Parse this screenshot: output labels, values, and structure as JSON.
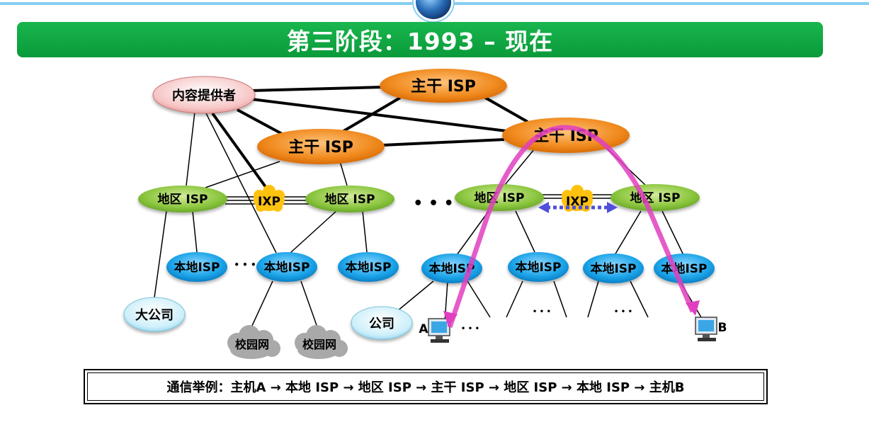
{
  "title": "第三阶段：1993 – 现在",
  "nodes": {
    "content_provider": "内容提供者",
    "backbone_top": "主干 ISP",
    "backbone_left": "主干 ISP",
    "backbone_right": "主干 ISP",
    "regional_1": "地区 ISP",
    "regional_2": "地区 ISP",
    "regional_3": "地区 ISP",
    "regional_4": "地区 ISP",
    "ixp_left": "IXP",
    "ixp_right": "IXP",
    "local_1": "本地ISP",
    "local_2": "本地ISP",
    "local_3": "本地ISP",
    "local_4": "本地ISP",
    "local_5": "本地ISP",
    "local_6": "本地ISP",
    "local_7": "本地ISP",
    "big_company": "大公司",
    "company": "公司",
    "campus_1": "校园网",
    "campus_2": "校园网",
    "host_a": "A",
    "host_b": "B"
  },
  "ellipsis": {
    "middle": "• • •",
    "local_row": "• • •",
    "bottom_1": "• • •",
    "bottom_2": "• • •",
    "bottom_3": "• • •"
  },
  "caption": "通信举例：主机A → 本地 ISP → 地区 ISP → 主干 ISP → 地区 ISP → 本地 ISP → 主机B",
  "colors": {
    "title_bg": "#0fa843",
    "backbone": "#f08a1e",
    "regional": "#8cc63f",
    "local": "#1aa3e8",
    "content_provider": "#f7c6c6",
    "company": "#cdeffa",
    "ixp": "#ffc20e",
    "path": "#e040c0",
    "peering": "#4f4fd9"
  }
}
